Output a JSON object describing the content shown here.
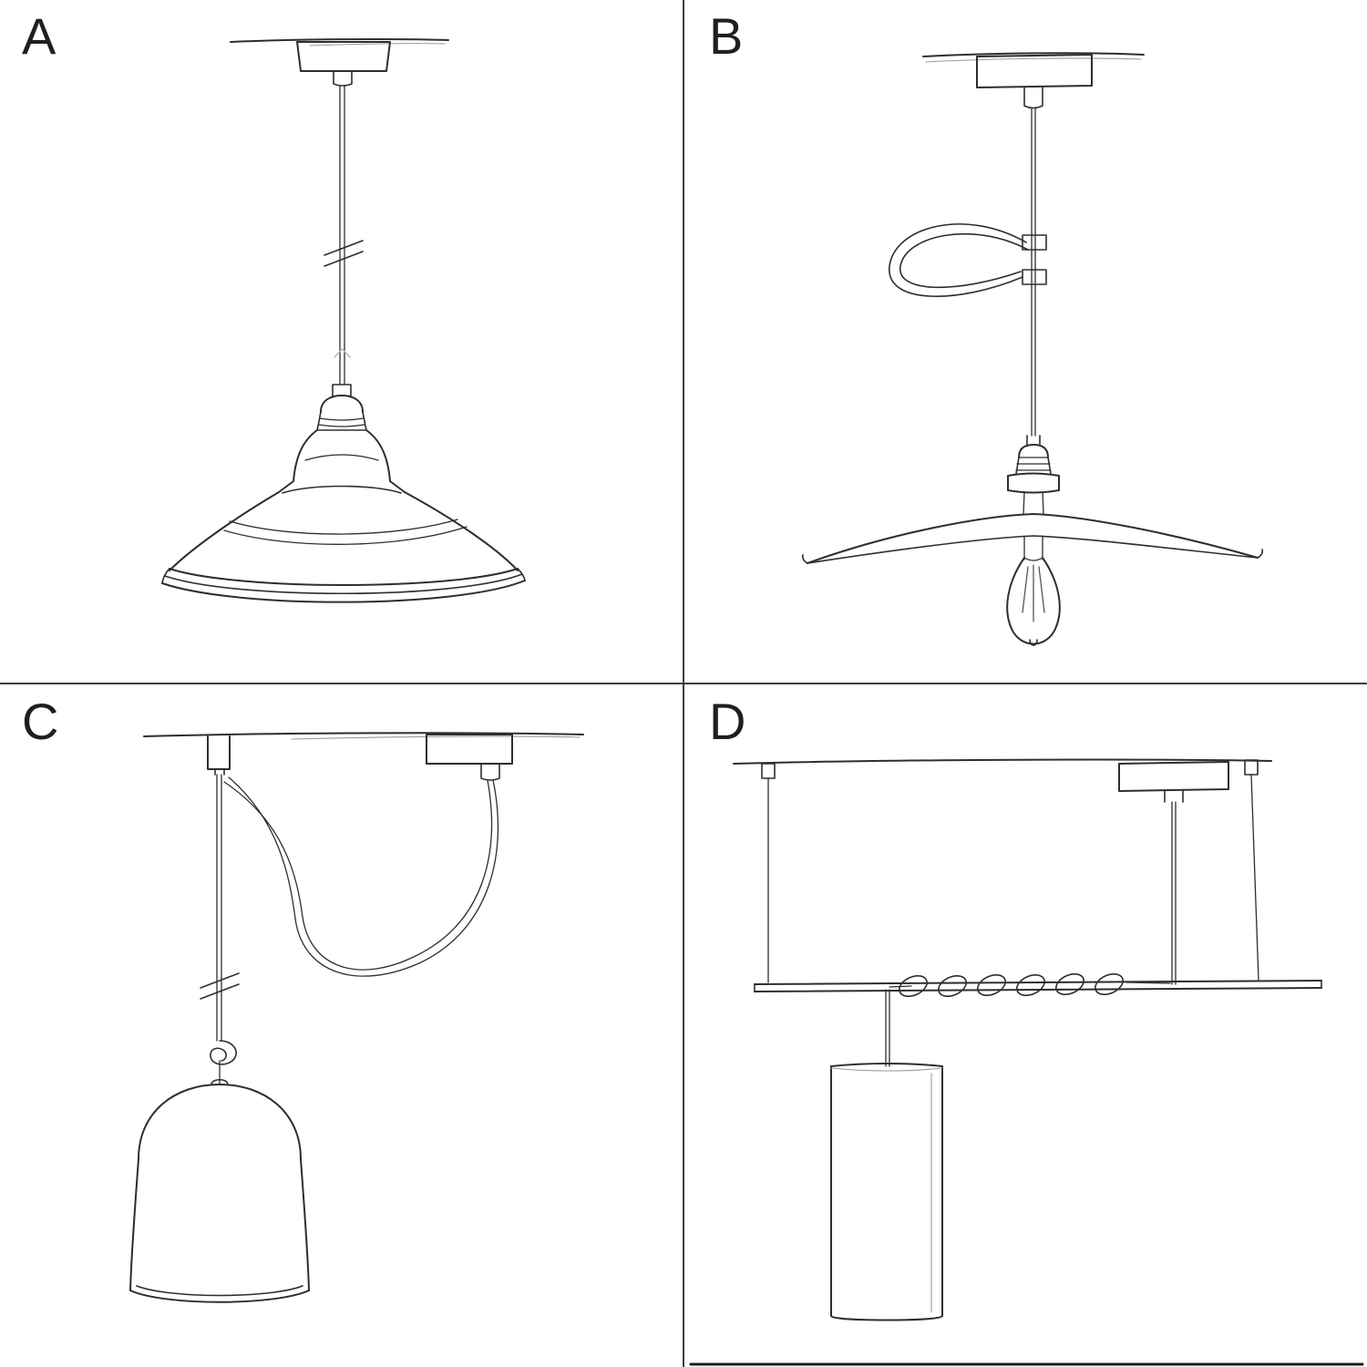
{
  "colors": {
    "background": "#ffffff",
    "ink": "#2e2e2e",
    "faint_ink": "#b8b8b8",
    "divider": "#3d3d3d"
  },
  "panels": [
    {
      "label": "A",
      "sketch": "pendant-cable-with-industrial-bowl-shade"
    },
    {
      "label": "B",
      "sketch": "pendant-cable-with-loop-clip-flat-plate-shade-and-exposed-bulb"
    },
    {
      "label": "C",
      "sketch": "swag-pendant-with-ceiling-hook-knot-and-bell-shade"
    },
    {
      "label": "D",
      "sketch": "pendant-on-suspended-bar-with-wrapped-cable-and-tube-shade"
    }
  ]
}
